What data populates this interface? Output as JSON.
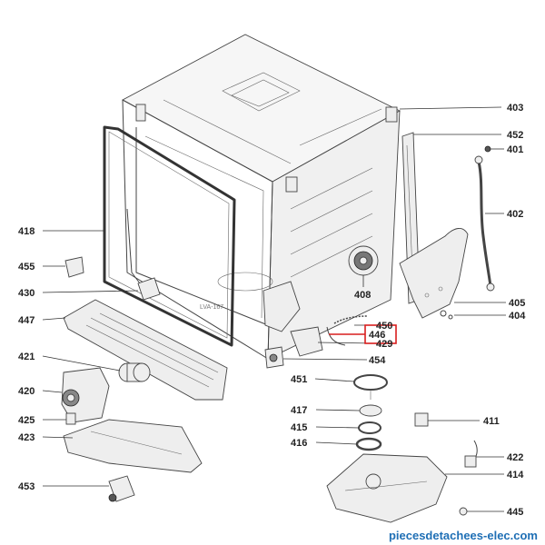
{
  "labels": {
    "p403": "403",
    "p452": "452",
    "p401": "401",
    "p402": "402",
    "p418": "418",
    "p455": "455",
    "p430": "430",
    "p447": "447",
    "p408": "408",
    "p405": "405",
    "p404": "404",
    "p450": "450",
    "p446": "446",
    "p429": "429",
    "p421": "421",
    "p454": "454",
    "p420": "420",
    "p451": "451",
    "p425": "425",
    "p417": "417",
    "p411": "411",
    "p415": "415",
    "p423": "423",
    "p416": "416",
    "p422": "422",
    "p414": "414",
    "p453": "453",
    "p445": "445"
  },
  "watermark": "piecesdetachees-elec.com",
  "highlight_color": "#d81e1e",
  "accent_color": "#1f6fb5"
}
